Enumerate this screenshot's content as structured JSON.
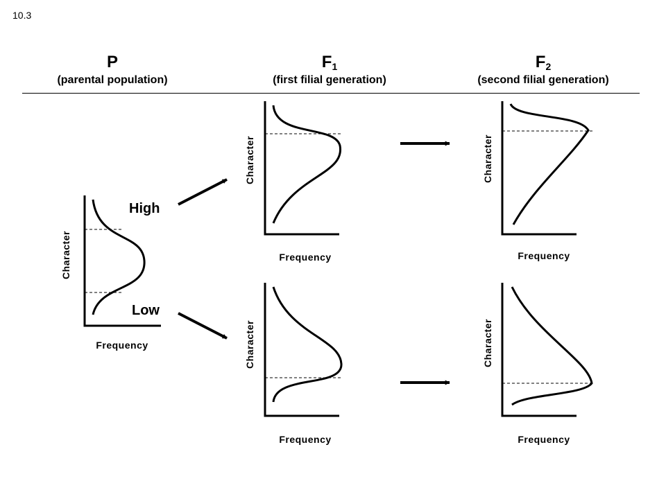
{
  "slide_number": "10.3",
  "headers": {
    "p": {
      "title": "P",
      "subtitle": "(parental population)"
    },
    "f1": {
      "title": "F",
      "sub": "1",
      "subtitle": "(first filial generation)"
    },
    "f2": {
      "title": "F",
      "sub": "2",
      "subtitle": "(second filial generation)"
    }
  },
  "axis_labels": {
    "x": "Frequency",
    "y": "Character"
  },
  "selection_labels": {
    "high": "High",
    "low": "Low"
  }
}
